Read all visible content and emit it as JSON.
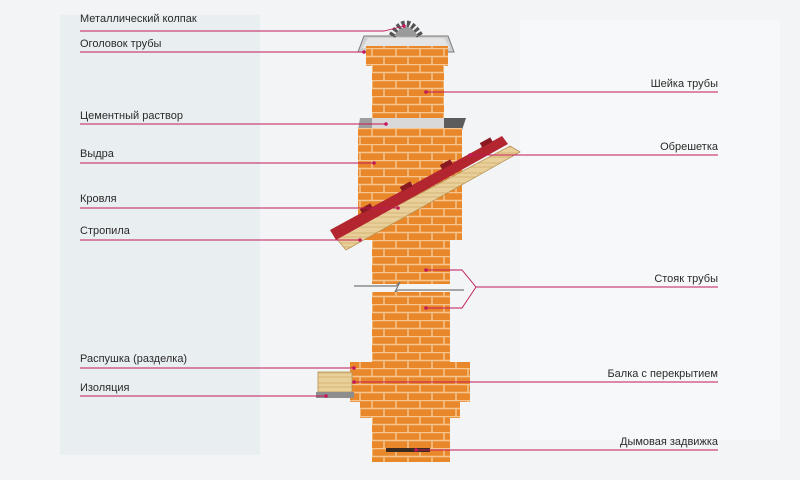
{
  "labels_left": [
    {
      "id": "metal-cap",
      "text": "Металлический колпак"
    },
    {
      "id": "chimney-head",
      "text": "Оголовок трубы"
    },
    {
      "id": "cement-mortar",
      "text": "Цементный раствор"
    },
    {
      "id": "otter",
      "text": "Выдра"
    },
    {
      "id": "roofing",
      "text": "Кровля"
    },
    {
      "id": "rafters",
      "text": "Стропила"
    },
    {
      "id": "fluffing",
      "text": "Распушка (разделка)"
    },
    {
      "id": "insulation",
      "text": "Изоляция"
    }
  ],
  "labels_right": [
    {
      "id": "chimney-neck",
      "text": "Шейка трубы"
    },
    {
      "id": "lathing",
      "text": "Обрешетка"
    },
    {
      "id": "chimney-riser",
      "text": "Стояк трубы"
    },
    {
      "id": "beam-with-ceiling",
      "text": "Балка с перекрытием"
    },
    {
      "id": "smoke-damper",
      "text": "Дымовая задвижка"
    }
  ],
  "colors": {
    "brick": "#e8882a",
    "mortar": "#f6c691",
    "leader": "#c2185b",
    "roof": "#b3262f",
    "wood": "#e9cf99",
    "metal": "#8d8d8d",
    "background": "#f2f4f6"
  }
}
